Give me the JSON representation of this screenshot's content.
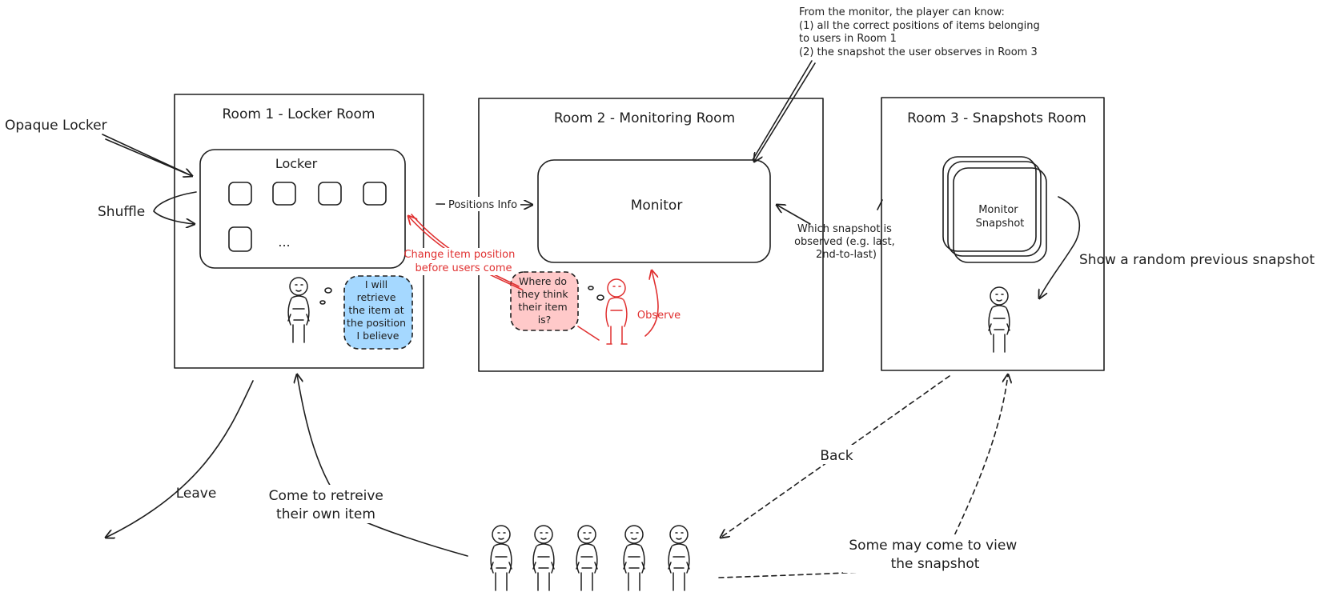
{
  "rooms": {
    "room1": {
      "title": "Room 1 - Locker Room",
      "locker_label": "Locker",
      "ellipsis": "...",
      "bubble": [
        "I will",
        "retrieve",
        "the item at",
        "the position",
        "I believe"
      ]
    },
    "room2": {
      "title": "Room 2 - Monitoring Room",
      "monitor_label": "Monitor",
      "bubble": [
        "Where do",
        "they think",
        "their item",
        "is?"
      ],
      "observe": "Observe"
    },
    "room3": {
      "title": "Room 3 - Snapshots Room",
      "snapshot_label": [
        "Monitor",
        "Snapshot"
      ]
    }
  },
  "labels": {
    "opaque_locker": "Opaque Locker",
    "shuffle": "Shuffle",
    "positions_info": "Positions Info",
    "change_item": [
      "Change item position",
      "before users come"
    ],
    "which_snapshot": [
      "Which snapshot is",
      "observed (e.g. last,",
      "2nd-to-last)"
    ],
    "show_random": "Show a random previous snapshot",
    "leave": "Leave",
    "come_retrieve": [
      "Come to retreive",
      "their own item"
    ],
    "back": "Back",
    "some_may": [
      "Some may come to view",
      "the snapshot"
    ],
    "monitor_note": [
      "From the monitor, the player can know:",
      "(1) all the correct positions of items belonging",
      "to users in Room 1",
      "(2) the snapshot the user observes in Room 3"
    ]
  },
  "colors": {
    "ink": "#1e1e1e",
    "red": "#e03131",
    "blue_bubble": "#a5d8ff",
    "pink_bubble": "#ffc9c9",
    "background": "#ffffff"
  }
}
